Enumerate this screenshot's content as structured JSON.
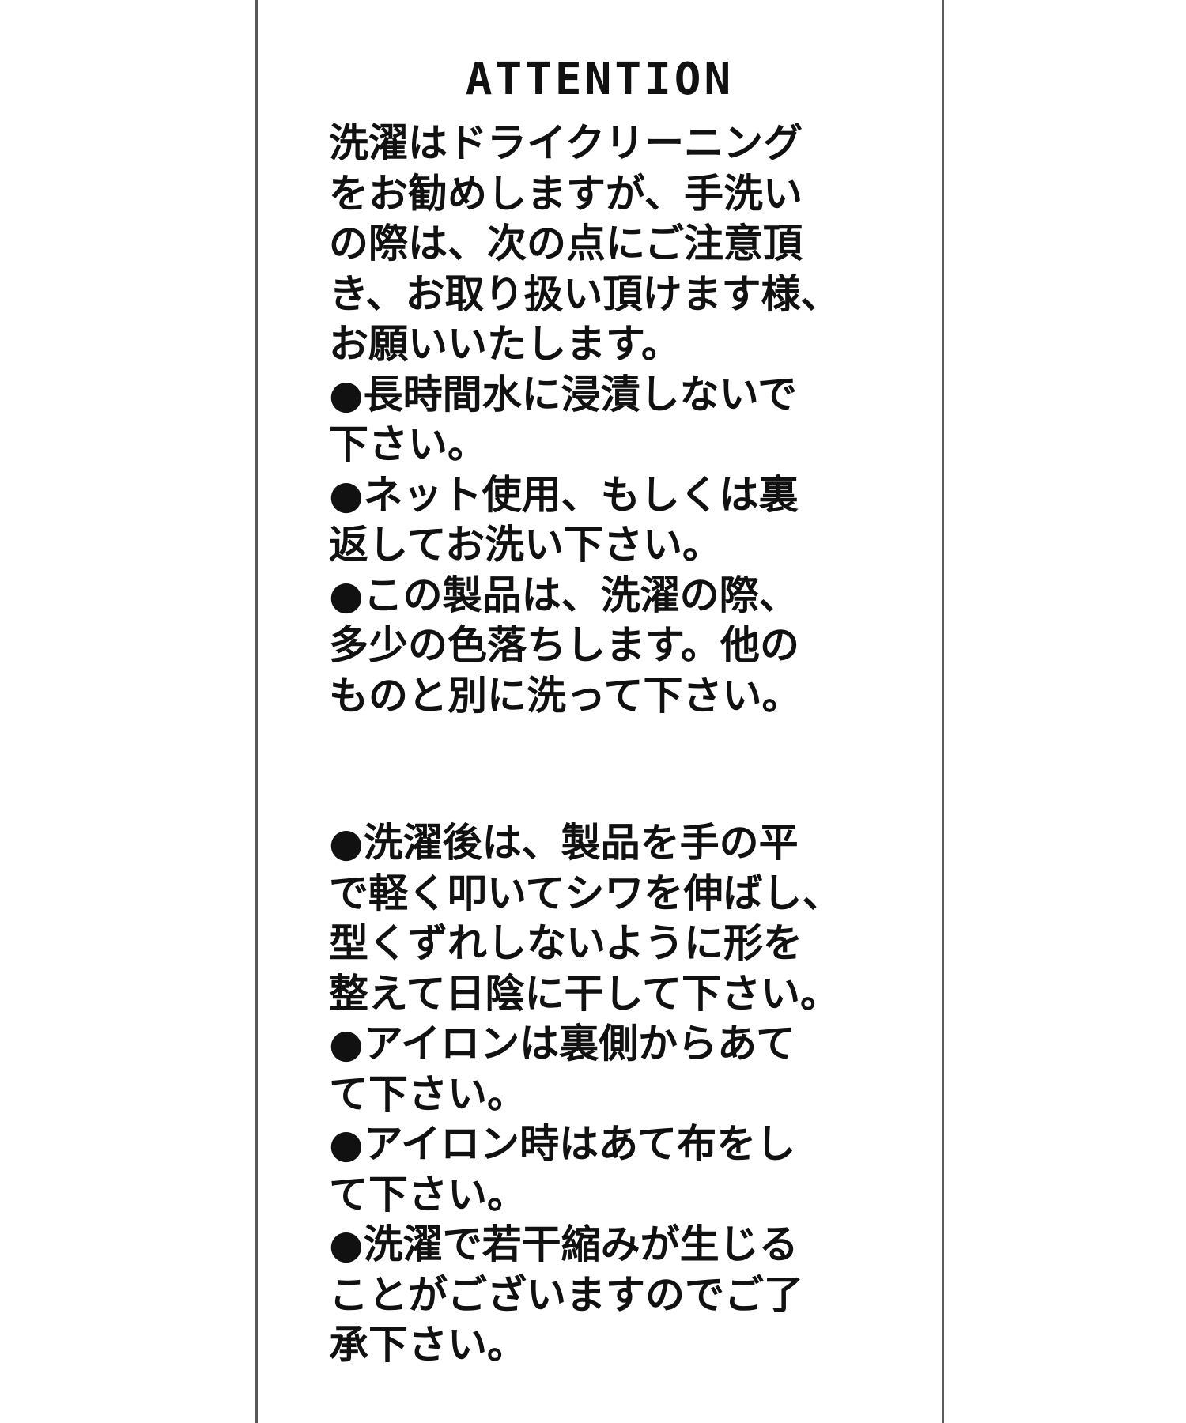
{
  "label": {
    "title": "ATTENTION",
    "section_a_lines": [
      "洗濯はドライクリーニング",
      "をお勧めしますが、手洗い",
      "の際は、次の点にご注意頂",
      "き、お取り扱い頂けます様、",
      "お願いいたします。",
      "●長時間水に浸漬しないで",
      "下さい。",
      "●ネット使用、もしくは裏",
      "返してお洗い下さい。",
      "●この製品は、洗濯の際、",
      "多少の色落ちします。他の",
      "ものと別に洗って下さい。"
    ],
    "section_b_lines": [
      "●洗濯後は、製品を手の平",
      "で軽く叩いてシワを伸ばし、",
      "型くずれしないように形を",
      "整えて日陰に干して下さい。",
      "●アイロンは裏側からあて",
      "て下さい。",
      "●アイロン時はあて布をし",
      "て下さい。",
      "●洗濯で若干縮みが生じる",
      "ことがございますのでご了",
      "承下さい。"
    ]
  },
  "colors": {
    "background": "#ffffff",
    "text": "#111111",
    "border": "#5a5a5a"
  }
}
